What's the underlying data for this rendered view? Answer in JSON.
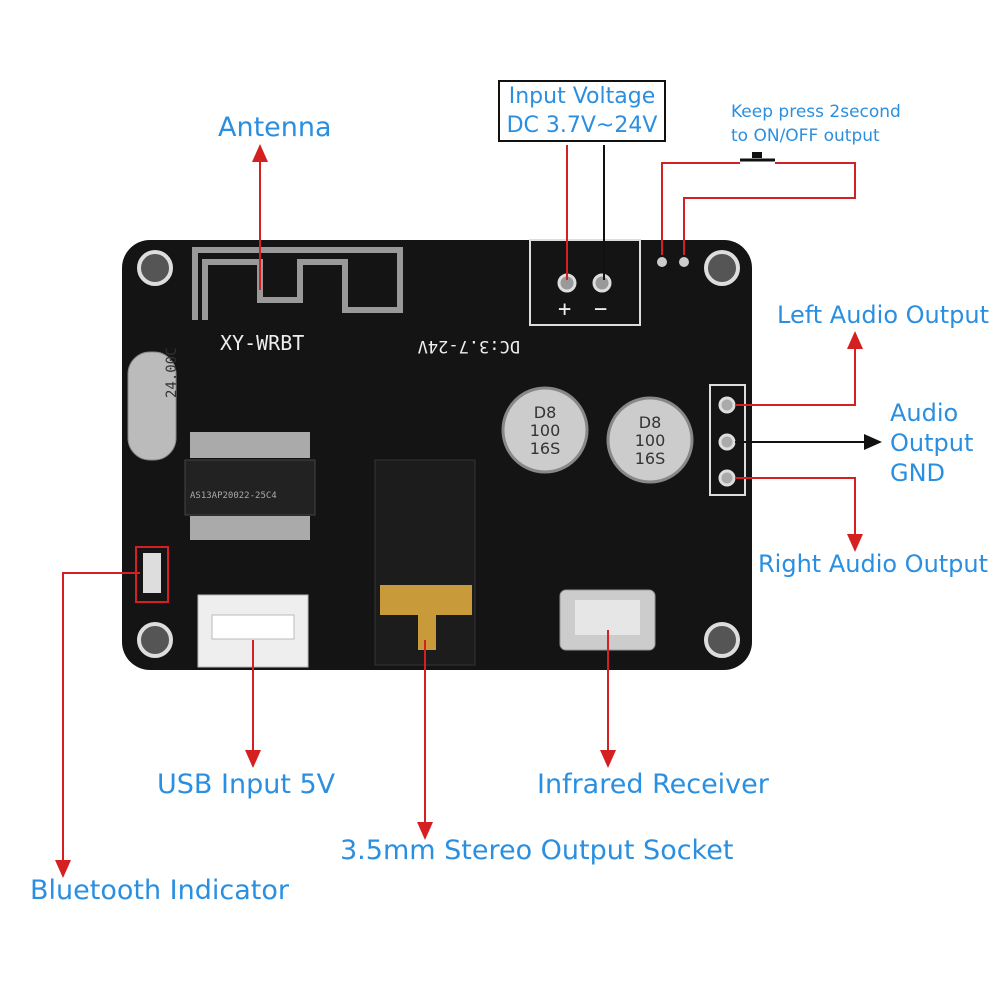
{
  "labels": {
    "antenna": "Antenna",
    "input_voltage_line1": "Input Voltage",
    "input_voltage_line2": "DC 3.7V~24V",
    "keep_press_line1": "Keep press 2second",
    "keep_press_line2": "to ON/OFF output",
    "left_audio": "Left Audio Output",
    "audio_output_gnd_line1": "Audio",
    "audio_output_gnd_line2": "Output",
    "audio_output_gnd_line3": "GND",
    "right_audio": "Right Audio Output",
    "usb_input": "USB Input 5V",
    "infrared": "Infrared Receiver",
    "stereo_socket": "3.5mm Stereo Output Socket",
    "bluetooth_indicator": "Bluetooth Indicator"
  },
  "board": {
    "model": "XY-WRBT",
    "dc_marking": "DC:3.7-24V",
    "crystal": "24.00C",
    "chip": "AS13AP20022-25C4",
    "capacitor_marking_1": "D8",
    "capacitor_marking_2": "100",
    "capacitor_marking_3": "16S",
    "plus": "+",
    "minus": "−"
  },
  "colors": {
    "label": "#2a8fe0",
    "arrow": "#d42020",
    "board": "#111111"
  }
}
